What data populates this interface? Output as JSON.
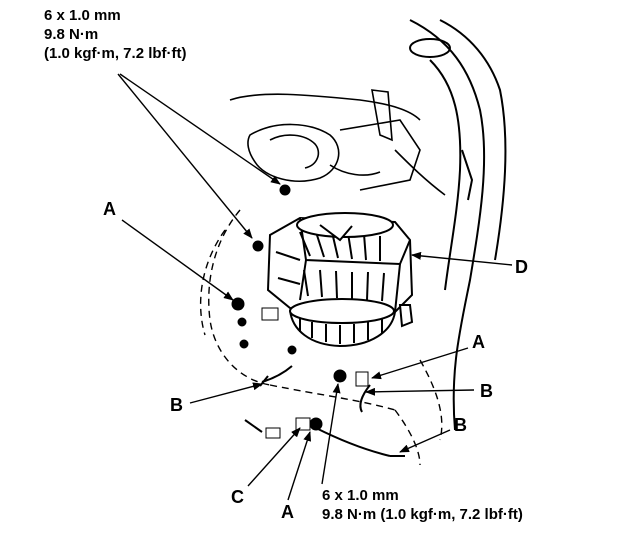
{
  "torque_spec_top": {
    "line1": "6 x 1.0 mm",
    "line2": "9.8 N·m",
    "line3": "(1.0 kgf·m, 7.2 lbf·ft)"
  },
  "torque_spec_bottom": {
    "line1": "6 x 1.0 mm",
    "line2": "9.8 N·m (1.0 kgf·m, 7.2 lbf·ft)"
  },
  "callouts": {
    "a_left": "A",
    "a_right": "A",
    "a_bottom": "A",
    "b_left": "B",
    "b_right_upper": "B",
    "b_right_lower": "B",
    "c": "C",
    "d": "D"
  },
  "colors": {
    "line": "#000000",
    "background": "#ffffff"
  }
}
